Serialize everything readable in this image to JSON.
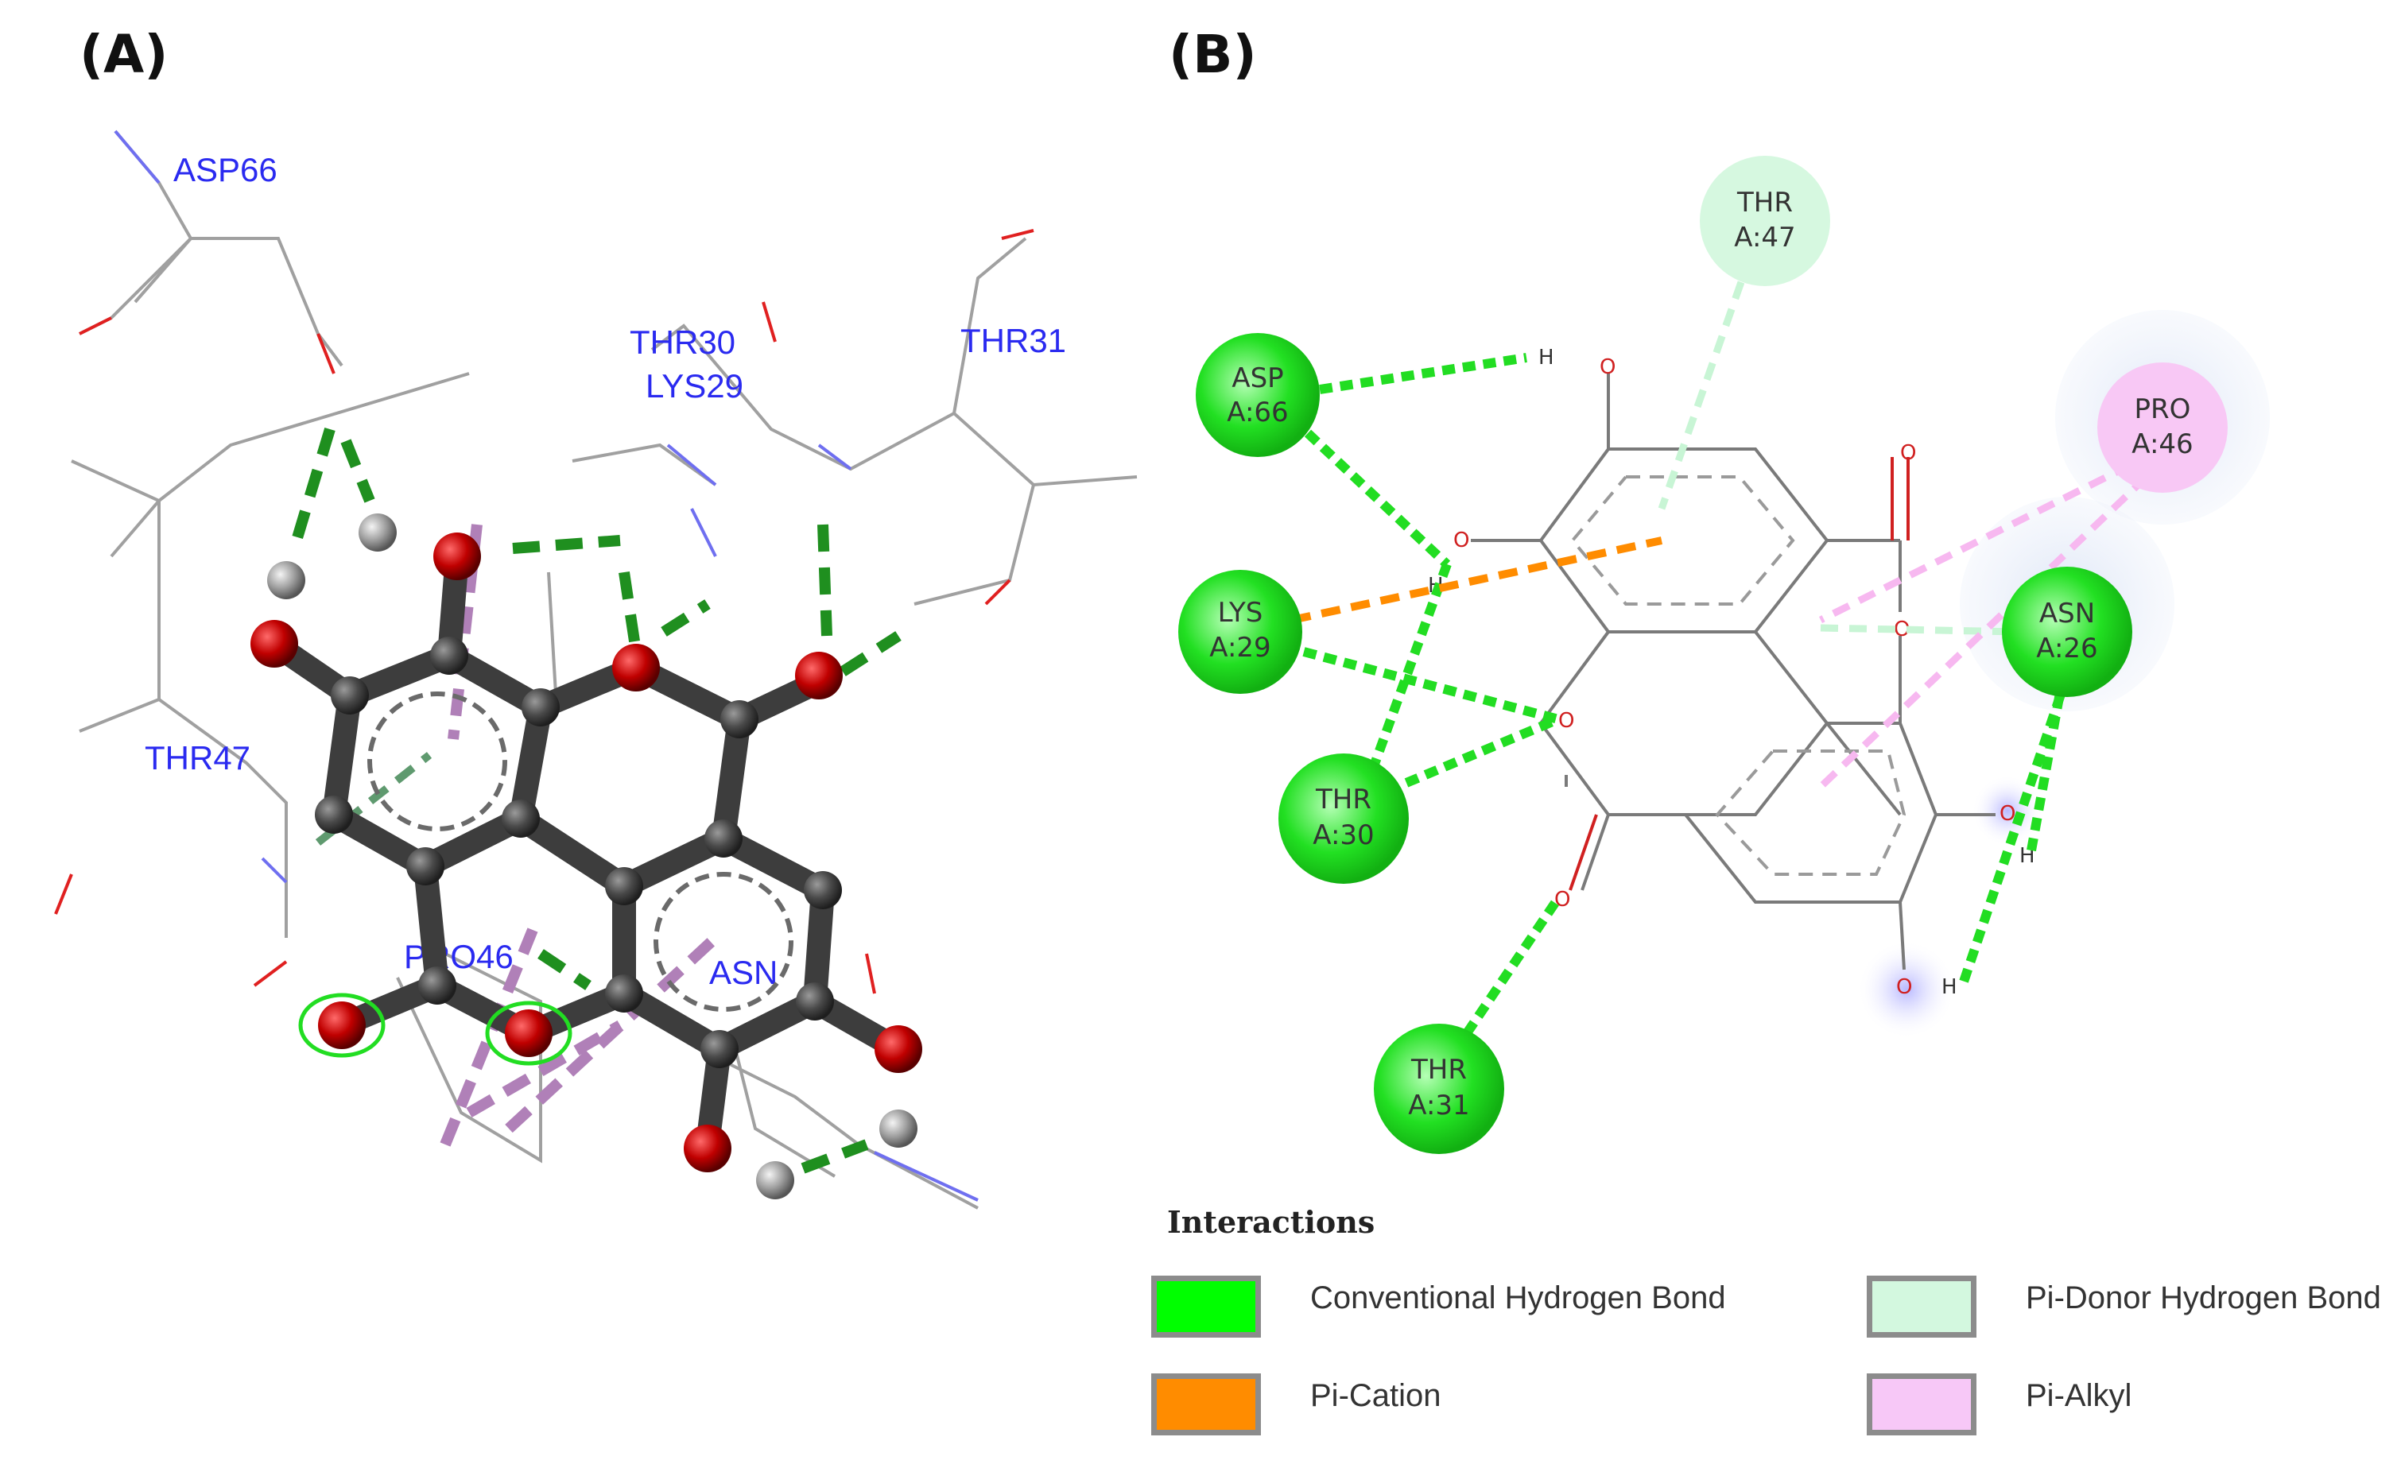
{
  "panels": {
    "a_label": "(A)",
    "b_label": "(B)"
  },
  "panel_a": {
    "residue_labels": [
      "ASP66",
      "THR30",
      "LYS29",
      "THR31",
      "THR47",
      "PRO46",
      "ASN"
    ]
  },
  "panel_b": {
    "residues": [
      {
        "name": "ASP",
        "chain": "A:66",
        "type": "conventional-hydrogen-bond"
      },
      {
        "name": "LYS",
        "chain": "A:29",
        "type": "pi-cation"
      },
      {
        "name": "THR",
        "chain": "A:30",
        "type": "conventional-hydrogen-bond"
      },
      {
        "name": "THR",
        "chain": "A:31",
        "type": "conventional-hydrogen-bond"
      },
      {
        "name": "THR",
        "chain": "A:47",
        "type": "pi-donor-hydrogen-bond"
      },
      {
        "name": "PRO",
        "chain": "A:46",
        "type": "pi-alkyl"
      },
      {
        "name": "ASN",
        "chain": "A:26",
        "type": "conventional-hydrogen-bond"
      }
    ],
    "atoms": {
      "oxygen": "O",
      "hydrogen": "H"
    }
  },
  "legend": {
    "title": "Interactions",
    "items": [
      {
        "label": "Conventional Hydrogen Bond",
        "color": "#00ff00"
      },
      {
        "label": "Pi-Donor Hydrogen Bond",
        "color": "#d3f8df"
      },
      {
        "label": "Pi-Cation",
        "color": "#ff8c00"
      },
      {
        "label": "Pi-Alkyl",
        "color": "#f7c8f7"
      }
    ]
  },
  "colors": {
    "conventional": "#00ff00",
    "pi_donor": "#ccf5d9",
    "pi_cation": "#ff8c00",
    "pi_alkyl": "#f7b8f0",
    "carbon3d": "#454545",
    "oxygen3d": "#c00000",
    "hydrogen3d": "#9a9a9a",
    "residue_text": "#2a2af0"
  }
}
